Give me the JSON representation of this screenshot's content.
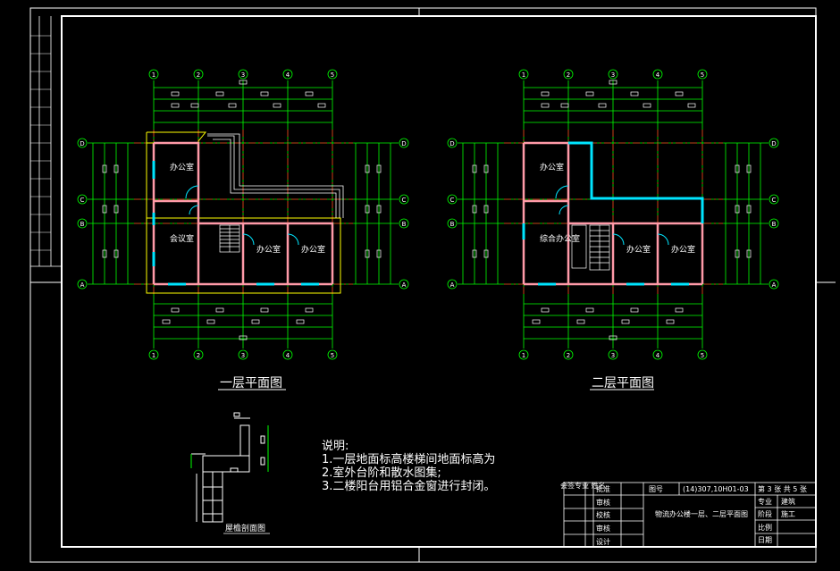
{
  "drawing": {
    "plan1_title": "一层平面图",
    "plan2_title": "二层平面图",
    "section_title": "屋檐剖面图",
    "axis_numbers": [
      "1",
      "2",
      "3",
      "4",
      "5"
    ],
    "axis_letters": [
      "D",
      "C",
      "B",
      "A"
    ],
    "plan1_rooms": [
      "办公室",
      "会议室",
      "办公室",
      "办公室"
    ],
    "plan2_rooms": [
      "办公室",
      "综合办公室",
      "办公室",
      "办公室"
    ],
    "notes": {
      "heading": "说明:",
      "line1": "1.一层地面标高楼梯间地面标高为",
      "line2": "2.室外台阶和散水图集;",
      "line3": "3.二楼阳台用铝合金窗进行封闭。"
    },
    "title_block": {
      "sheet_title": "物流办公楼一层、二层平面图",
      "project_no_label": "图号",
      "project_no": "(14)307,10H01-03",
      "sheet_label": "第 3 张 共 5 张",
      "sign_rows": [
        "批准",
        "审核",
        "校核",
        "审核",
        "设计"
      ],
      "meta_labels": [
        "专业",
        "阶段",
        "比例",
        "日期"
      ],
      "meta_values": [
        "建筑",
        "施工",
        "",
        ""
      ],
      "org_label": "会签专业 姓名"
    }
  }
}
